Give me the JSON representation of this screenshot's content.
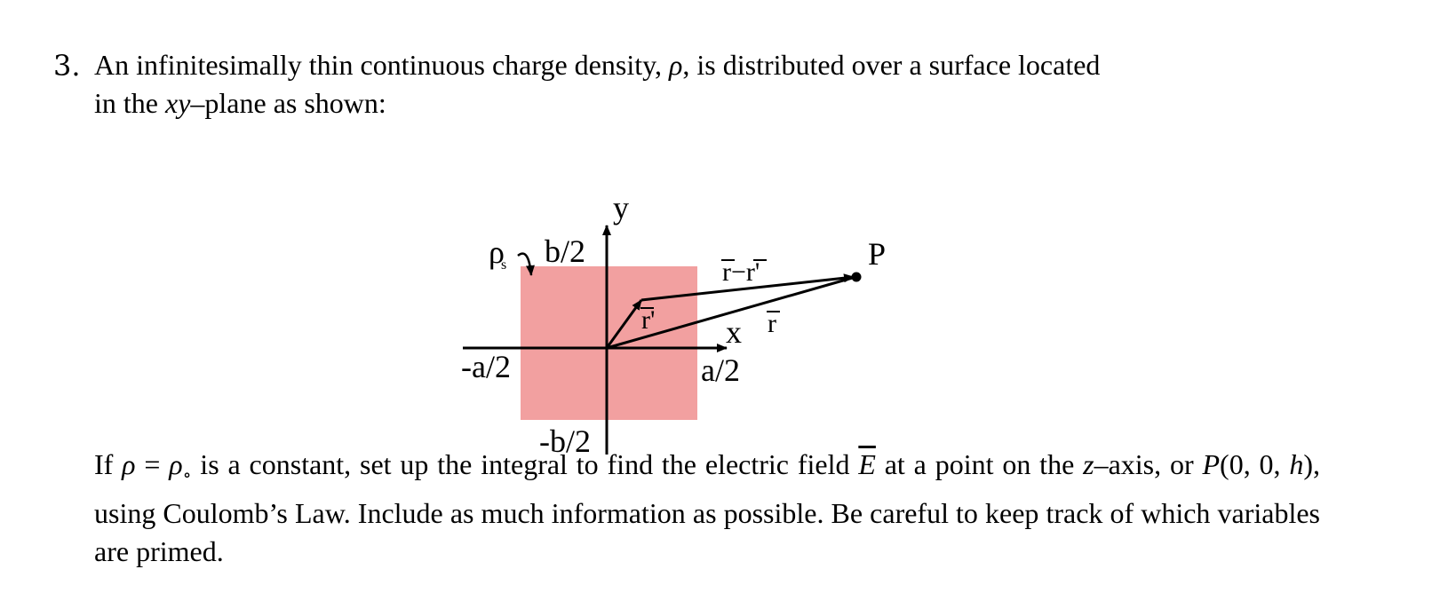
{
  "problem": {
    "number": "3.",
    "intro_line1_a": "An infinitesimally thin continuous charge density, ",
    "rho": "ρ",
    "intro_line1_b": ", is distributed over a surface located",
    "intro_line2_a": "in the ",
    "xy": "xy",
    "intro_line2_b": "–plane as shown:",
    "q_a": "If ",
    "q_rho": "ρ",
    "q_eq": " = ",
    "q_rho0": "ρ",
    "q_circ": "∘",
    "q_b": " is a constant, set up the integral to find the electric field ",
    "q_E": "E",
    "q_c": " at a point on the ",
    "q_z": "z",
    "q_d": "–axis, or ",
    "q_P": "P",
    "q_coords": "(0, 0, ",
    "q_h": "h",
    "q_e": "), using Coulomb’s Law. Include as much information as possible. Be careful to keep track of which variables are primed."
  },
  "figure": {
    "label_y": "y",
    "label_x": "x",
    "label_b2": "b/2",
    "label_neg_b2": "-b/2",
    "label_a2": "a/2",
    "label_neg_a2": "-a/2",
    "label_rho": "ρ",
    "label_rho_sub": "s",
    "label_P": "P",
    "label_r": "r",
    "label_rprime": "r'",
    "label_diff": "r−r'",
    "surface_color": "#f2a0a0"
  }
}
